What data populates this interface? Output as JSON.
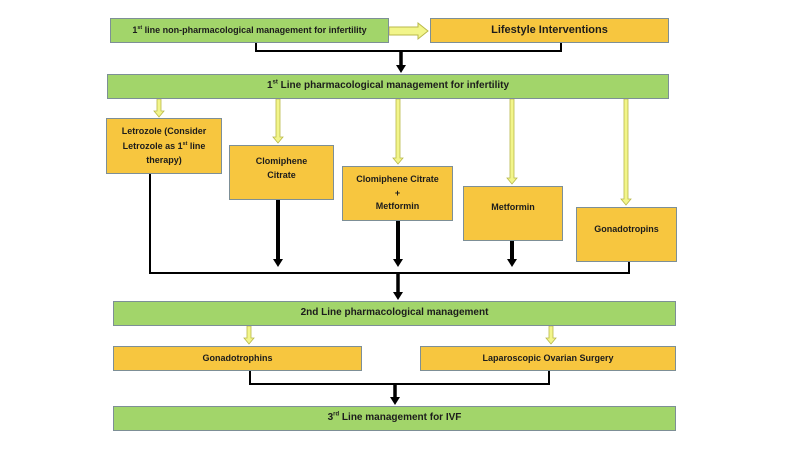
{
  "diagram": {
    "title": "Infertility management flowchart",
    "colors": {
      "primary_step": "#a2d56a",
      "option": "#f7c63f",
      "border": "#7d8f96",
      "option_arrow": "#f2f58a",
      "flow_arrow": "#000000"
    },
    "nodes": {
      "non_pharm": {
        "prefix": "1",
        "sup": "st",
        "text": " line non-pharmacological management for infertility"
      },
      "lifestyle": {
        "text": "Lifestyle Interventions"
      },
      "first_line": {
        "prefix": "1",
        "sup": "st",
        "text": " Line pharmacological management for infertility"
      },
      "letrozole": {
        "line1": "Letrozole (Consider",
        "line2_prefix": "Letrozole as 1",
        "line2_sup": "st",
        "line2_suffix": " line",
        "line3": "therapy)"
      },
      "clomiphene": {
        "line1": "Clomiphene",
        "line2": "Citrate"
      },
      "cc_metformin": {
        "line1": "Clomiphene Citrate",
        "line2": "+",
        "line3": "Metformin"
      },
      "metformin": {
        "text": "Metformin"
      },
      "gonadotropins_first": {
        "text": "Gonadotropins"
      },
      "second_line": {
        "text": "2nd Line pharmacological management"
      },
      "gonadotrophins_second": {
        "text": "Gonadotrophins"
      },
      "laparoscopic": {
        "text": "Laparoscopic Ovarian Surgery"
      },
      "third_line": {
        "prefix": "3",
        "sup": "rd",
        "text": " Line management for IVF"
      }
    },
    "edges": [
      {
        "from": "non_pharm",
        "to": "lifestyle",
        "style": "option"
      },
      {
        "from": [
          "non_pharm",
          "lifestyle"
        ],
        "to": "first_line",
        "style": "flow"
      },
      {
        "from": "first_line",
        "to": "letrozole",
        "style": "option"
      },
      {
        "from": "first_line",
        "to": "clomiphene",
        "style": "option"
      },
      {
        "from": "first_line",
        "to": "cc_metformin",
        "style": "option"
      },
      {
        "from": "first_line",
        "to": "metformin",
        "style": "option"
      },
      {
        "from": "first_line",
        "to": "gonadotropins_first",
        "style": "option"
      },
      {
        "from": [
          "letrozole",
          "clomiphene",
          "cc_metformin",
          "metformin",
          "gonadotropins_first"
        ],
        "to": "second_line",
        "style": "flow"
      },
      {
        "from": "second_line",
        "to": "gonadotrophins_second",
        "style": "option"
      },
      {
        "from": "second_line",
        "to": "laparoscopic",
        "style": "option"
      },
      {
        "from": [
          "gonadotrophins_second",
          "laparoscopic"
        ],
        "to": "third_line",
        "style": "flow"
      }
    ]
  }
}
